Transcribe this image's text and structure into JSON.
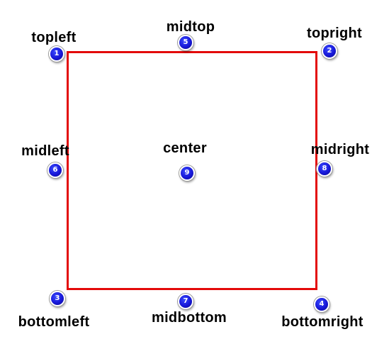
{
  "points": [
    {
      "id": "topleft",
      "label": "topleft",
      "number": "1"
    },
    {
      "id": "topright",
      "label": "topright",
      "number": "2"
    },
    {
      "id": "bottomleft",
      "label": "bottomleft",
      "number": "3"
    },
    {
      "id": "bottomright",
      "label": "bottomright",
      "number": "4"
    },
    {
      "id": "midtop",
      "label": "midtop",
      "number": "5"
    },
    {
      "id": "midleft",
      "label": "midleft",
      "number": "6"
    },
    {
      "id": "midbottom",
      "label": "midbottom",
      "number": "7"
    },
    {
      "id": "midright",
      "label": "midright",
      "number": "8"
    },
    {
      "id": "center",
      "label": "center",
      "number": "9"
    }
  ],
  "colors": {
    "frame": "#e30a0a",
    "marker": "#1717d8",
    "marker_text": "#ffffff",
    "label_text": "#000000"
  }
}
